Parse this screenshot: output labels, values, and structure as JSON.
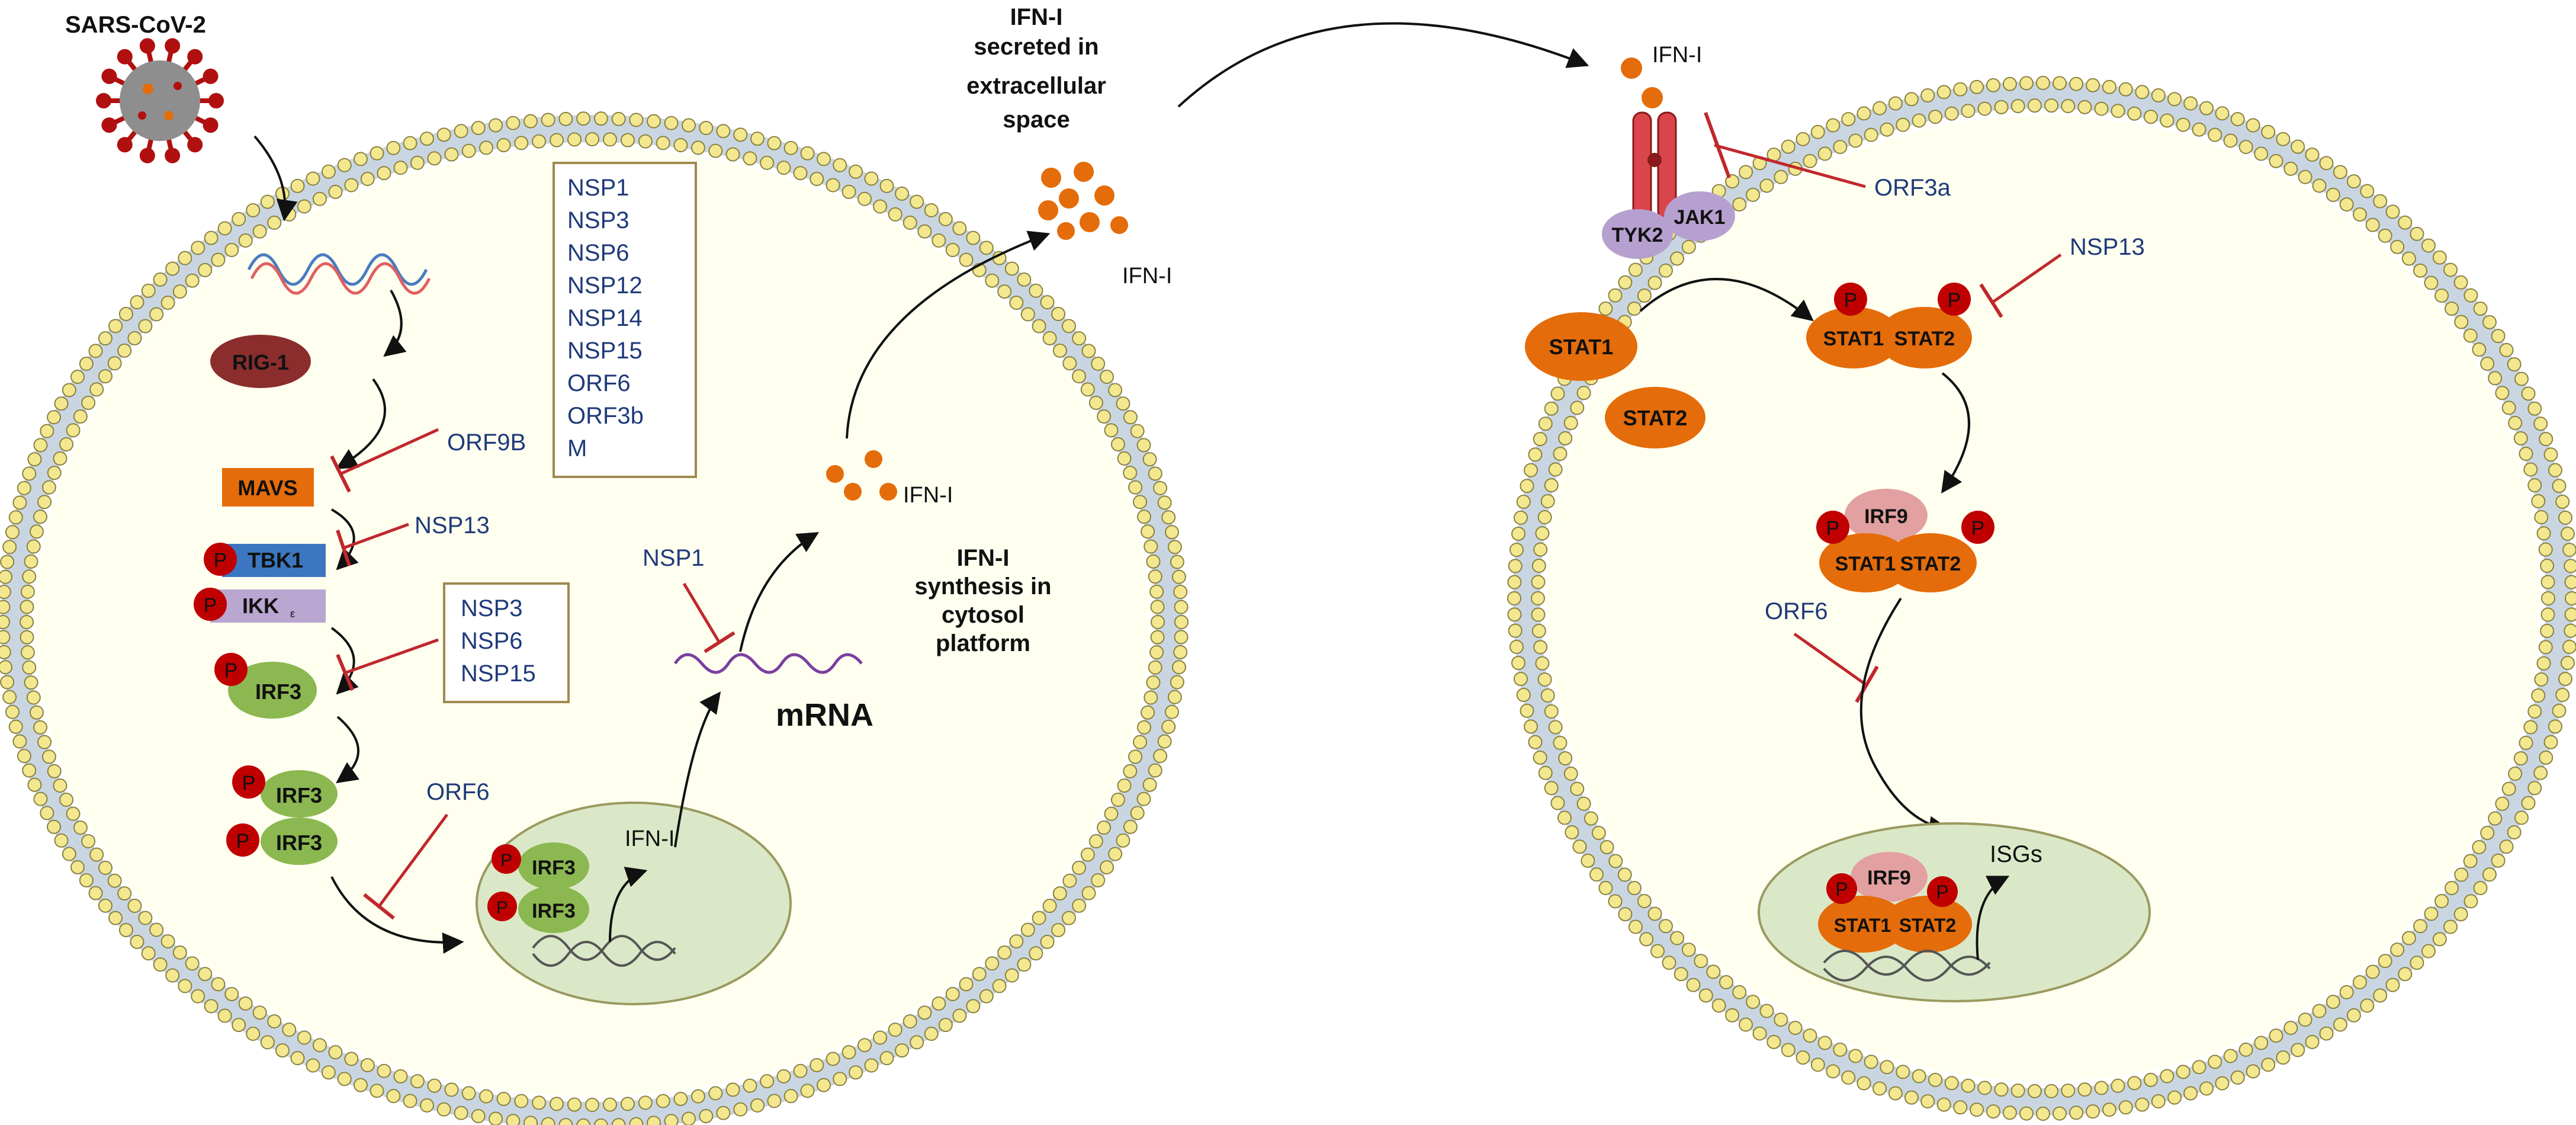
{
  "left_cell": {
    "virus_label": "SARS-CoV-2",
    "rig1": "RIG-1",
    "mavs": "MAVS",
    "tbk1": "TBK1",
    "ikk": "IKK",
    "ikk_sub": "ε",
    "irf3": "IRF3",
    "phospho": "P",
    "inhibitor_box": [
      "NSP1",
      "NSP3",
      "NSP6",
      "NSP12",
      "NSP14",
      "NSP15",
      "ORF6",
      "ORF3b",
      "M"
    ],
    "orf9b": "ORF9B",
    "nsp13": "NSP13",
    "nsp_box2": [
      "NSP3",
      "NSP6",
      "NSP15"
    ],
    "orf6": "ORF6",
    "nsp1": "NSP1",
    "nucleus_ifn": "IFN-I",
    "mrna": "mRNA",
    "ifn_small": "IFN-I",
    "synthesis": [
      "IFN-I",
      "synthesis in",
      "cytosol",
      "platform"
    ],
    "secreted": [
      "IFN-I",
      "secreted in",
      "extracellular",
      "space"
    ],
    "ifn_secreted": "IFN-I"
  },
  "right_cell": {
    "ifn_top": "IFN-I",
    "tyk2": "TYK2",
    "jak1": "JAK1",
    "orf3a": "ORF3a",
    "nsp13": "NSP13",
    "stat1": "STAT1",
    "stat2": "STAT2",
    "irf9": "IRF9",
    "orf6": "ORF6",
    "isgs": "ISGs",
    "phospho": "P"
  },
  "colors": {
    "membrane_head": "#f3e88f",
    "membrane_head_stroke": "#8a8040",
    "inhibit": "#c0282c",
    "stat": "#e46c0a",
    "irf3": "#8bb850",
    "nucleus": "#dbe8c8",
    "rig1": "#8b2d2d",
    "mavs": "#e46c0a",
    "tbk1": "#3c76c0",
    "ikk": "#b9a6d1",
    "irf9": "#e3a0a0",
    "jak": "#b6a0cf",
    "phospho": "#c00000"
  }
}
